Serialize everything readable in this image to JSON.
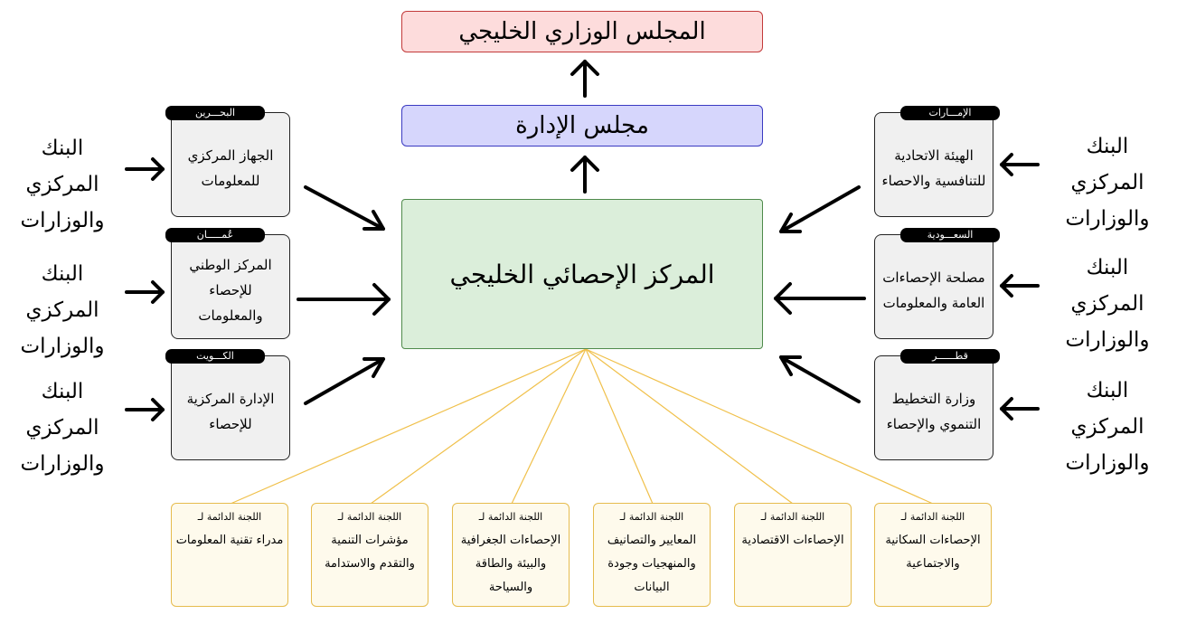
{
  "top": {
    "ministerial": "المجلس الوزاري الخليجي",
    "board": "مجلس الإدارة",
    "center": "المركز الإحصائي الخليجي"
  },
  "countries": [
    {
      "tag": "البحـــرين",
      "name": "الجهاز المركزي للمعلومات"
    },
    {
      "tag": "عُمـــــان",
      "name": "المركز الوطني للإحصاء والمعلومات"
    },
    {
      "tag": "الكـــويت",
      "name": "الإدارة المركزية للإحصاء"
    },
    {
      "tag": "الإمـــارات",
      "name": "الهيئة الاتحادية للتنافسية والاحصاء"
    },
    {
      "tag": "السعـــودية",
      "name": "مصلحة الإحصاءات العامة والمعلومات"
    },
    {
      "tag": "قطــــــر",
      "name": "وزارة التخطيط التنموي والإحصاء"
    }
  ],
  "source_label": "البنك المركزي والوزارات",
  "committee_prefix": "اللجنة الدائمة لـ",
  "committees": [
    "مدراء تقنية المعلومات",
    "مؤشرات التنمية والتقدم والاستدامة",
    "الإحصاءات الجغرافية والبيئة والطاقة والسياحة",
    "المعايير والتصانيف والمنهجيات وجودة البيانات",
    "الإحصاءات الاقتصادية",
    "الإحصاءات السكانية والاجتماعية"
  ],
  "colors": {
    "ministerial_fill": "#fddcdc",
    "board_fill": "#d6d6fc",
    "center_fill": "#dbeeda",
    "committee_fill": "#fefaec",
    "committee_line": "#f0c04a"
  },
  "icons": [
    "arrow-up-icon",
    "arrow-right-icon",
    "arrow-left-icon",
    "arrow-diagonal-icon"
  ]
}
